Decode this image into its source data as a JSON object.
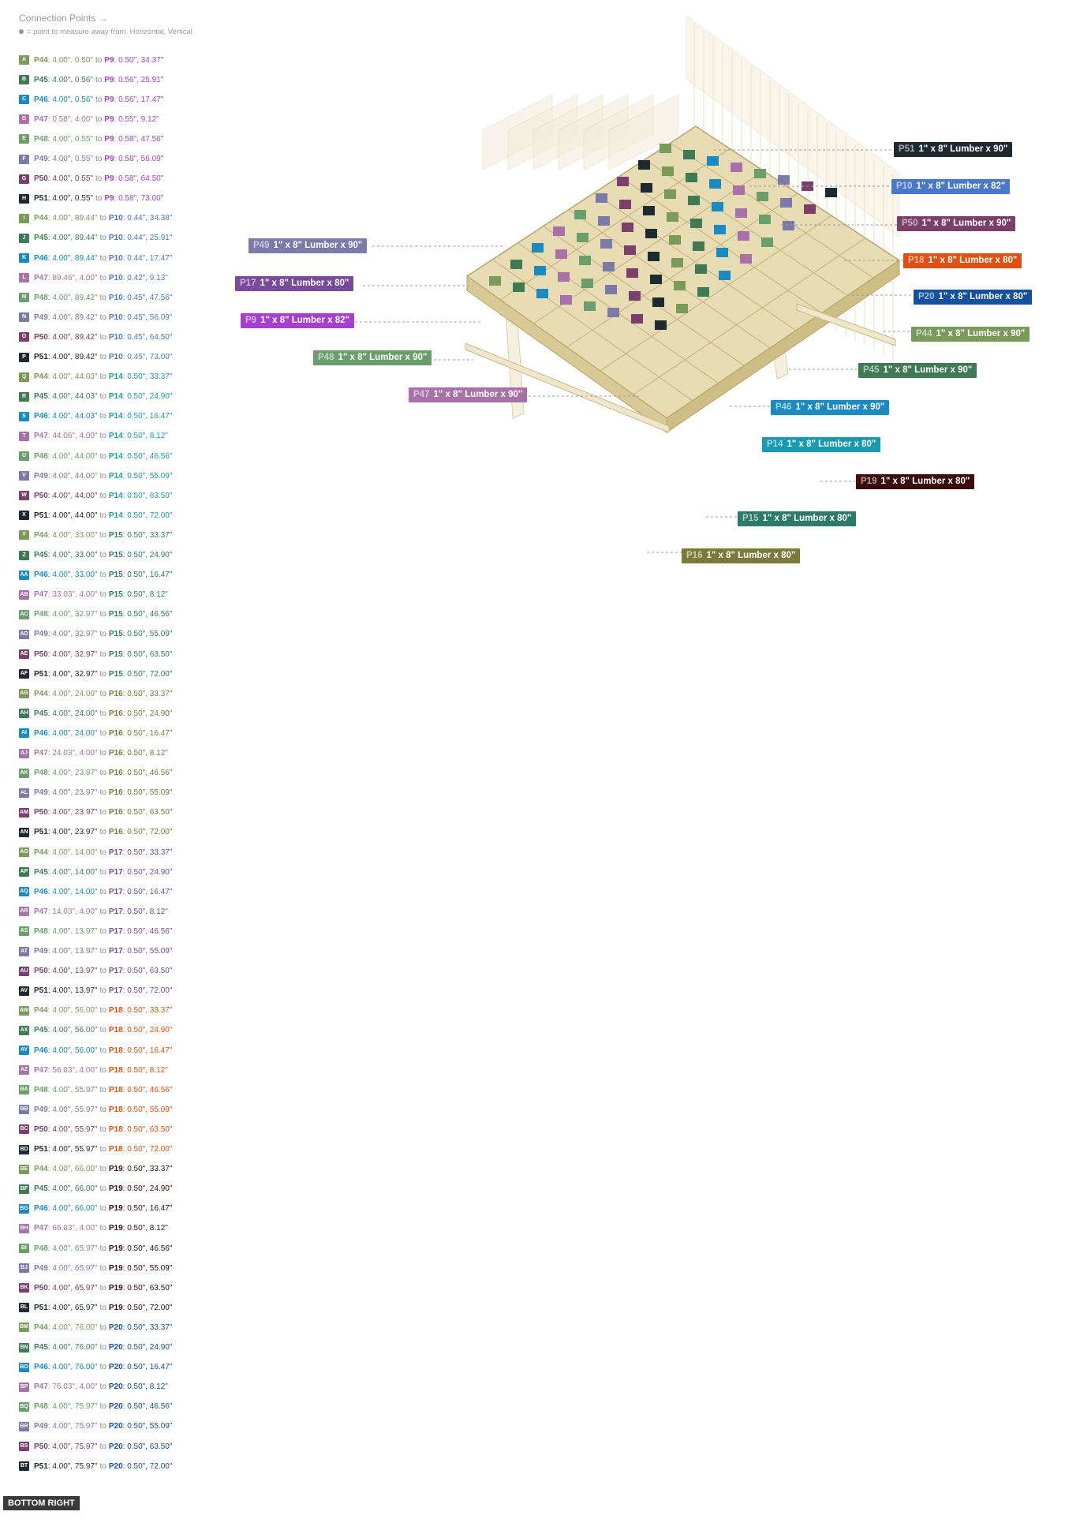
{
  "legend": {
    "title": "Connection Points →",
    "note": "= point to measure away from. Horizontal, Vertical"
  },
  "view_label": "BOTTOM RIGHT",
  "part_colors": {
    "P44": "#7a9a5a",
    "P45": "#3f7a55",
    "P46": "#1a8ac0",
    "P47": "#a872a8",
    "P48": "#6a9e6a",
    "P49": "#7c7aa8",
    "P50": "#7a3f6a",
    "P51": "#1f2a30",
    "P9": "#a63fd0",
    "P10": "#4a78c8",
    "P14": "#1a9ab0",
    "P15": "#2e7a6a",
    "P16": "#7a7a3a",
    "P17": "#7a4a9a",
    "P18": "#e05010",
    "P19": "#3a0c0c",
    "P20": "#1450a0"
  },
  "connections": [
    {
      "id": "A",
      "a": "P44",
      "av": "4.00\", 0.50\"",
      "b": "P9",
      "bv": "0.50\", 34.37\""
    },
    {
      "id": "B",
      "a": "P45",
      "av": "4.00\", 0.56\"",
      "b": "P9",
      "bv": "0.56\", 25.91\""
    },
    {
      "id": "C",
      "a": "P46",
      "av": "4.00\", 0.56\"",
      "b": "P9",
      "bv": "0.56\", 17.47\""
    },
    {
      "id": "D",
      "a": "P47",
      "av": "0.58\", 4.00\"",
      "b": "P9",
      "bv": "0.55\", 9.12\""
    },
    {
      "id": "E",
      "a": "P48",
      "av": "4.00\", 0.55\"",
      "b": "P9",
      "bv": "0.58\", 47.56\""
    },
    {
      "id": "F",
      "a": "P49",
      "av": "4.00\", 0.55\"",
      "b": "P9",
      "bv": "0.58\", 56.09\""
    },
    {
      "id": "G",
      "a": "P50",
      "av": "4.00\", 0.55\"",
      "b": "P9",
      "bv": "0.58\", 64.50\""
    },
    {
      "id": "H",
      "a": "P51",
      "av": "4.00\", 0.55\"",
      "b": "P9",
      "bv": "0.58\", 73.00\""
    },
    {
      "id": "I",
      "a": "P44",
      "av": "4.00\", 89.44\"",
      "b": "P10",
      "bv": "0.44\", 34.38\""
    },
    {
      "id": "J",
      "a": "P45",
      "av": "4.00\", 89.44\"",
      "b": "P10",
      "bv": "0.44\", 25.91\""
    },
    {
      "id": "K",
      "a": "P46",
      "av": "4.00\", 89.44\"",
      "b": "P10",
      "bv": "0.44\", 17.47\""
    },
    {
      "id": "L",
      "a": "P47",
      "av": "89.46\", 4.00\"",
      "b": "P10",
      "bv": "0.42\", 9.13\""
    },
    {
      "id": "M",
      "a": "P48",
      "av": "4.00\", 89.42\"",
      "b": "P10",
      "bv": "0.45\", 47.56\""
    },
    {
      "id": "N",
      "a": "P49",
      "av": "4.00\", 89.42\"",
      "b": "P10",
      "bv": "0.45\", 56.09\""
    },
    {
      "id": "O",
      "a": "P50",
      "av": "4.00\", 89.42\"",
      "b": "P10",
      "bv": "0.45\", 64.50\""
    },
    {
      "id": "P",
      "a": "P51",
      "av": "4.00\", 89.42\"",
      "b": "P10",
      "bv": "0.45\", 73.00\""
    },
    {
      "id": "Q",
      "a": "P44",
      "av": "4.00\", 44.03\"",
      "b": "P14",
      "bv": "0.50\", 33.37\""
    },
    {
      "id": "R",
      "a": "P45",
      "av": "4.00\", 44.03\"",
      "b": "P14",
      "bv": "0.50\", 24.90\""
    },
    {
      "id": "S",
      "a": "P46",
      "av": "4.00\", 44.03\"",
      "b": "P14",
      "bv": "0.50\", 16.47\""
    },
    {
      "id": "T",
      "a": "P47",
      "av": "44.06\", 4.00\"",
      "b": "P14",
      "bv": "0.50\", 8.12\""
    },
    {
      "id": "U",
      "a": "P48",
      "av": "4.00\", 44.00\"",
      "b": "P14",
      "bv": "0.50\", 46.56\""
    },
    {
      "id": "V",
      "a": "P49",
      "av": "4.00\", 44.00\"",
      "b": "P14",
      "bv": "0.50\", 55.09\""
    },
    {
      "id": "W",
      "a": "P50",
      "av": "4.00\", 44.00\"",
      "b": "P14",
      "bv": "0.50\", 63.50\""
    },
    {
      "id": "X",
      "a": "P51",
      "av": "4.00\", 44.00\"",
      "b": "P14",
      "bv": "0.50\", 72.00\""
    },
    {
      "id": "Y",
      "a": "P44",
      "av": "4.00\", 33.00\"",
      "b": "P15",
      "bv": "0.50\", 33.37\""
    },
    {
      "id": "Z",
      "a": "P45",
      "av": "4.00\", 33.00\"",
      "b": "P15",
      "bv": "0.50\", 24.90\""
    },
    {
      "id": "AA",
      "a": "P46",
      "av": "4.00\", 33.00\"",
      "b": "P15",
      "bv": "0.50\", 16.47\""
    },
    {
      "id": "AB",
      "a": "P47",
      "av": "33.03\", 4.00\"",
      "b": "P15",
      "bv": "0.50\", 8.12\""
    },
    {
      "id": "AC",
      "a": "P48",
      "av": "4.00\", 32.97\"",
      "b": "P15",
      "bv": "0.50\", 46.56\""
    },
    {
      "id": "AD",
      "a": "P49",
      "av": "4.00\", 32.97\"",
      "b": "P15",
      "bv": "0.50\", 55.09\""
    },
    {
      "id": "AE",
      "a": "P50",
      "av": "4.00\", 32.97\"",
      "b": "P15",
      "bv": "0.50\", 63.50\""
    },
    {
      "id": "AF",
      "a": "P51",
      "av": "4.00\", 32.97\"",
      "b": "P15",
      "bv": "0.50\", 72.00\""
    },
    {
      "id": "AG",
      "a": "P44",
      "av": "4.00\", 24.00\"",
      "b": "P16",
      "bv": "0.50\", 33.37\""
    },
    {
      "id": "AH",
      "a": "P45",
      "av": "4.00\", 24.00\"",
      "b": "P16",
      "bv": "0.50\", 24.90\""
    },
    {
      "id": "AI",
      "a": "P46",
      "av": "4.00\", 24.00\"",
      "b": "P16",
      "bv": "0.50\", 16.47\""
    },
    {
      "id": "AJ",
      "a": "P47",
      "av": "24.03\", 4.00\"",
      "b": "P16",
      "bv": "0.50\", 8.12\""
    },
    {
      "id": "AK",
      "a": "P48",
      "av": "4.00\", 23.97\"",
      "b": "P16",
      "bv": "0.50\", 46.56\""
    },
    {
      "id": "AL",
      "a": "P49",
      "av": "4.00\", 23.97\"",
      "b": "P16",
      "bv": "0.50\", 55.09\""
    },
    {
      "id": "AM",
      "a": "P50",
      "av": "4.00\", 23.97\"",
      "b": "P16",
      "bv": "0.50\", 63.50\""
    },
    {
      "id": "AN",
      "a": "P51",
      "av": "4.00\", 23.97\"",
      "b": "P16",
      "bv": "0.50\", 72.00\""
    },
    {
      "id": "AO",
      "a": "P44",
      "av": "4.00\", 14.00\"",
      "b": "P17",
      "bv": "0.50\", 33.37\""
    },
    {
      "id": "AP",
      "a": "P45",
      "av": "4.00\", 14.00\"",
      "b": "P17",
      "bv": "0.50\", 24.90\""
    },
    {
      "id": "AQ",
      "a": "P46",
      "av": "4.00\", 14.00\"",
      "b": "P17",
      "bv": "0.50\", 16.47\""
    },
    {
      "id": "AR",
      "a": "P47",
      "av": "14.03\", 4.00\"",
      "b": "P17",
      "bv": "0.50\", 8.12\""
    },
    {
      "id": "AS",
      "a": "P48",
      "av": "4.00\", 13.97\"",
      "b": "P17",
      "bv": "0.50\", 46.56\""
    },
    {
      "id": "AT",
      "a": "P49",
      "av": "4.00\", 13.97\"",
      "b": "P17",
      "bv": "0.50\", 55.09\""
    },
    {
      "id": "AU",
      "a": "P50",
      "av": "4.00\", 13.97\"",
      "b": "P17",
      "bv": "0.50\", 63.50\""
    },
    {
      "id": "AV",
      "a": "P51",
      "av": "4.00\", 13.97\"",
      "b": "P17",
      "bv": "0.50\", 72.00\""
    },
    {
      "id": "AW",
      "a": "P44",
      "av": "4.00\", 56.00\"",
      "b": "P18",
      "bv": "0.50\", 33.37\""
    },
    {
      "id": "AX",
      "a": "P45",
      "av": "4.00\", 56.00\"",
      "b": "P18",
      "bv": "0.50\", 24.90\""
    },
    {
      "id": "AY",
      "a": "P46",
      "av": "4.00\", 56.00\"",
      "b": "P18",
      "bv": "0.50\", 16.47\""
    },
    {
      "id": "AZ",
      "a": "P47",
      "av": "56.03\", 4.00\"",
      "b": "P18",
      "bv": "0.50\", 8.12\""
    },
    {
      "id": "BA",
      "a": "P48",
      "av": "4.00\", 55.97\"",
      "b": "P18",
      "bv": "0.50\", 46.56\""
    },
    {
      "id": "BB",
      "a": "P49",
      "av": "4.00\", 55.97\"",
      "b": "P18",
      "bv": "0.50\", 55.09\""
    },
    {
      "id": "BC",
      "a": "P50",
      "av": "4.00\", 55.97\"",
      "b": "P18",
      "bv": "0.50\", 63.50\""
    },
    {
      "id": "BD",
      "a": "P51",
      "av": "4.00\", 55.97\"",
      "b": "P18",
      "bv": "0.50\", 72.00\""
    },
    {
      "id": "BE",
      "a": "P44",
      "av": "4.00\", 66.00\"",
      "b": "P19",
      "bv": "0.50\", 33.37\""
    },
    {
      "id": "BF",
      "a": "P45",
      "av": "4.00\", 66.00\"",
      "b": "P19",
      "bv": "0.50\", 24.90\""
    },
    {
      "id": "BG",
      "a": "P46",
      "av": "4.00\", 66.00\"",
      "b": "P19",
      "bv": "0.50\", 16.47\""
    },
    {
      "id": "BH",
      "a": "P47",
      "av": "66.03\", 4.00\"",
      "b": "P19",
      "bv": "0.50\", 8.12\""
    },
    {
      "id": "BI",
      "a": "P48",
      "av": "4.00\", 65.97\"",
      "b": "P19",
      "bv": "0.50\", 46.56\""
    },
    {
      "id": "BJ",
      "a": "P49",
      "av": "4.00\", 65.97\"",
      "b": "P19",
      "bv": "0.50\", 55.09\""
    },
    {
      "id": "BK",
      "a": "P50",
      "av": "4.00\", 65.97\"",
      "b": "P19",
      "bv": "0.50\", 63.50\""
    },
    {
      "id": "BL",
      "a": "P51",
      "av": "4.00\", 65.97\"",
      "b": "P19",
      "bv": "0.50\", 72.00\""
    },
    {
      "id": "BM",
      "a": "P44",
      "av": "4.00\", 76.00\"",
      "b": "P20",
      "bv": "0.50\", 33.37\""
    },
    {
      "id": "BN",
      "a": "P45",
      "av": "4.00\", 76.00\"",
      "b": "P20",
      "bv": "0.50\", 24.90\""
    },
    {
      "id": "BO",
      "a": "P46",
      "av": "4.00\", 76.00\"",
      "b": "P20",
      "bv": "0.50\", 16.47\""
    },
    {
      "id": "BP",
      "a": "P47",
      "av": "76.03\", 4.00\"",
      "b": "P20",
      "bv": "0.50\", 8.12\""
    },
    {
      "id": "BQ",
      "a": "P48",
      "av": "4.00\", 75.97\"",
      "b": "P20",
      "bv": "0.50\", 46.56\""
    },
    {
      "id": "BR",
      "a": "P49",
      "av": "4.00\", 75.97\"",
      "b": "P20",
      "bv": "0.50\", 55.09\""
    },
    {
      "id": "BS",
      "a": "P50",
      "av": "4.00\", 75.97\"",
      "b": "P20",
      "bv": "0.50\", 63.50\""
    },
    {
      "id": "BT",
      "a": "P51",
      "av": "4.00\", 75.97\"",
      "b": "P20",
      "bv": "0.50\", 72.00\""
    }
  ],
  "callouts": [
    {
      "pid": "P51",
      "text": "1\" x 8\" Lumber x 90\""
    },
    {
      "pid": "P10",
      "text": "1\" x 8\" Lumber x 82\""
    },
    {
      "pid": "P50",
      "text": "1\" x 8\" Lumber x 90\""
    },
    {
      "pid": "P18",
      "text": "1\" x 8\" Lumber x 80\""
    },
    {
      "pid": "P20",
      "text": "1\" x 8\" Lumber x 80\""
    },
    {
      "pid": "P44",
      "text": "1\" x 8\" Lumber x 90\""
    },
    {
      "pid": "P45",
      "text": "1\" x 8\" Lumber x 90\""
    },
    {
      "pid": "P46",
      "text": "1\" x 8\" Lumber x 90\""
    },
    {
      "pid": "P14",
      "text": "1\" x 8\" Lumber x 80\""
    },
    {
      "pid": "P19",
      "text": "1\" x 8\" Lumber x 80\""
    },
    {
      "pid": "P15",
      "text": "1\" x 8\" Lumber x 80\""
    },
    {
      "pid": "P16",
      "text": "1\" x 8\" Lumber x 80\""
    },
    {
      "pid": "P49",
      "text": "1\" x 8\" Lumber x 90\""
    },
    {
      "pid": "P17",
      "text": "1\" x 8\" Lumber x 80\""
    },
    {
      "pid": "P9",
      "text": "1\" x 8\" Lumber x 82\""
    },
    {
      "pid": "P48",
      "text": "1\" x 8\" Lumber x 90\""
    },
    {
      "pid": "P47",
      "text": "1\" x 8\" Lumber x 90\""
    }
  ]
}
